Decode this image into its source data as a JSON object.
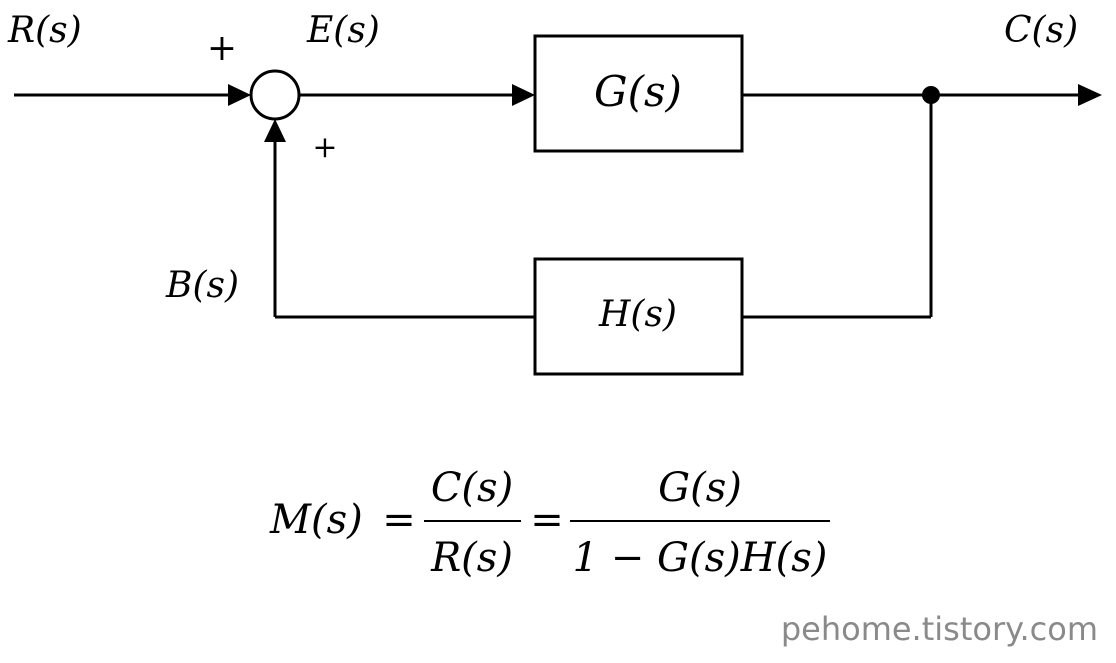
{
  "signals": {
    "input": "R(s)",
    "error": "E(s)",
    "output": "C(s)",
    "feedback": "B(s)"
  },
  "blocks": {
    "forward": "G(s)",
    "feedback": "H(s)"
  },
  "summing_junction": {
    "sign_input": "+",
    "sign_feedback": "+"
  },
  "formula": {
    "lhs": "M(s)",
    "equals": "=",
    "frac1_num": "C(s)",
    "frac1_den": "R(s)",
    "frac2_num": "G(s)",
    "frac2_den": "1 − G(s)H(s)"
  },
  "watermark": "pehome.tistory.com",
  "colors": {
    "ink": "#000000",
    "watermark": "#8a8a8a"
  }
}
